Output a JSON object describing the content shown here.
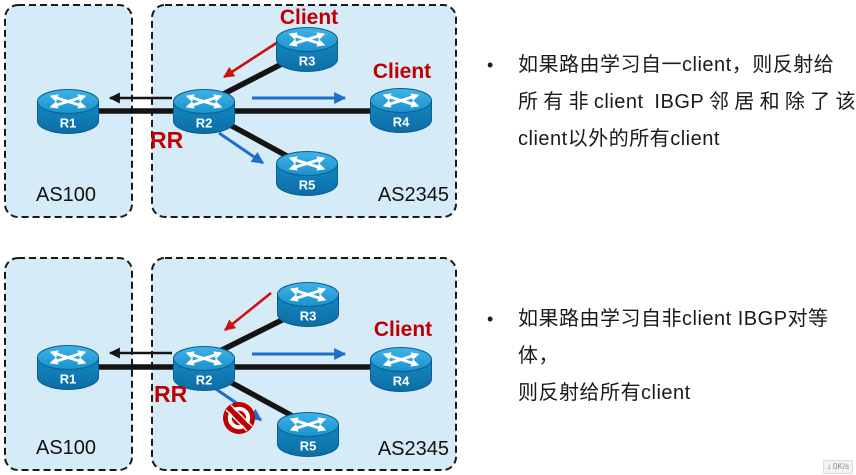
{
  "top_diagram": {
    "as_left": "AS100",
    "as_right": "AS2345",
    "r1": "R1",
    "r2": "R2",
    "r3": "R3",
    "r4": "R4",
    "r5": "R5",
    "rr": "RR",
    "r3_role": "Client",
    "r4_role": "Client"
  },
  "bottom_diagram": {
    "as_left": "AS100",
    "as_right": "AS2345",
    "r1": "R1",
    "r2": "R2",
    "r3": "R3",
    "r4": "R4",
    "r5": "R5",
    "rr": "RR",
    "r4_role": "Client"
  },
  "notes": {
    "bullet_char": "•",
    "first": {
      "line1": "如果路由学习自一client，则反射给",
      "line2": "所有非client  IBGP邻居和除了该",
      "line3": "client以外的所有client"
    },
    "second": {
      "line1": "如果路由学习自非client IBGP对等体，",
      "line2": "则反射给所有client"
    }
  },
  "status_overlay": {
    "download_icon": "↓",
    "speed": "0K/s"
  },
  "colors": {
    "box_fill": "#D6EBF8",
    "router_top": "#2CA7E0",
    "router_body": "#1180B8",
    "link_black": "#141414",
    "reflect_blue": "#1E6EC8",
    "learn_red": "#CC1111",
    "role_red": "#C00000"
  }
}
